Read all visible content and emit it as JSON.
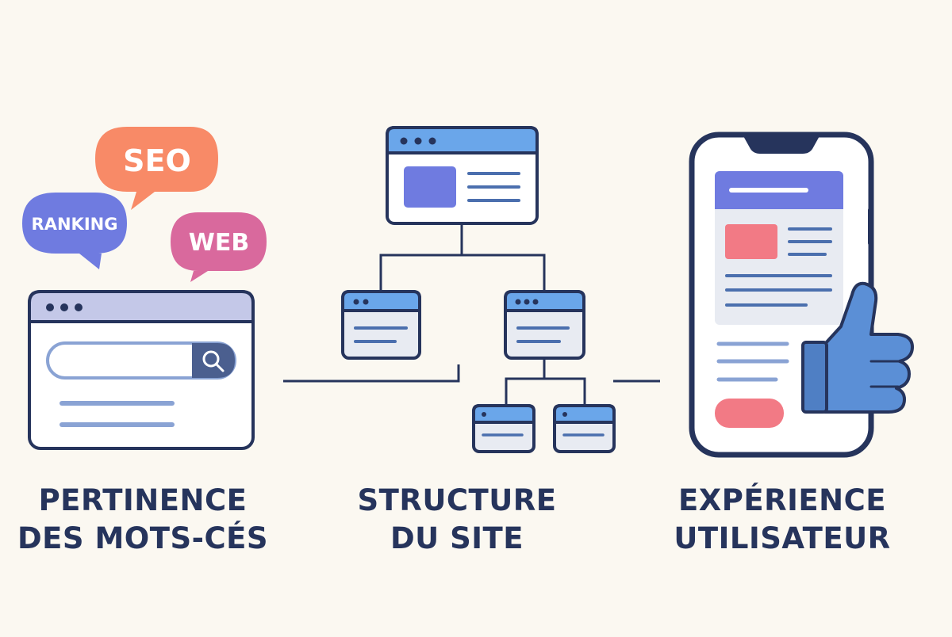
{
  "bubbles": {
    "seo": "SEO",
    "ranking": "RANKING",
    "web": "WEB"
  },
  "pillars": [
    {
      "line1": "PERTINENCE",
      "line2": "DES MOTS-CÉS"
    },
    {
      "line1": "STRUCTURE",
      "line2": "DU SITE"
    },
    {
      "line1": "EXPÉRIENCE",
      "line2": "UTILISATEUR"
    }
  ],
  "colors": {
    "background": "#fbf8f1",
    "outline": "#26345c",
    "blue": "#6aa6ea",
    "indigo": "#6f7be0",
    "orange": "#f88a67",
    "pink": "#d9699d",
    "coral": "#f27a85",
    "thumb": "#5b8fd6"
  },
  "icons": [
    "speech-bubble-icon",
    "browser-window-icon",
    "search-icon",
    "sitemap-icon",
    "smartphone-icon",
    "thumbs-up-icon"
  ]
}
